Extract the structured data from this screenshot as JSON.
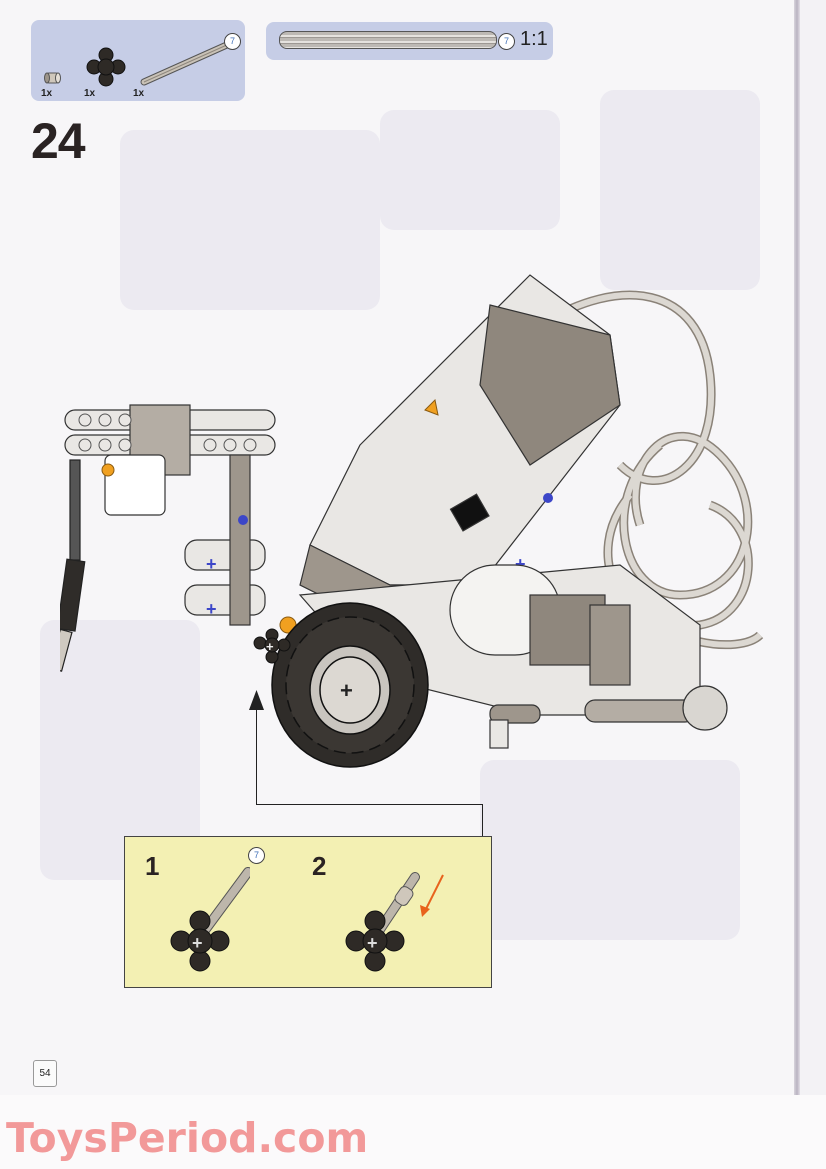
{
  "page": {
    "type": "LEGO building instructions page",
    "page_number": "54",
    "step_number": "24"
  },
  "parts_list": {
    "items": [
      {
        "name": "bush",
        "quantity": "1x",
        "color": "#b8ada0"
      },
      {
        "name": "knob-wheel",
        "quantity": "1x",
        "color": "#2e2a26"
      },
      {
        "name": "axle",
        "quantity": "1x",
        "length": "7",
        "color": "#b9b2a8"
      }
    ]
  },
  "scale_indicator": {
    "axle_length": "7",
    "scale": "1:1"
  },
  "callout": {
    "steps": [
      {
        "number": "1",
        "axle_length": "7"
      },
      {
        "number": "2"
      }
    ],
    "arrow_color": "#e8621c",
    "background": "#f3f0b3"
  },
  "watermark": {
    "text": "ToysPeriod.com",
    "color": "#f29999"
  },
  "colors": {
    "parts_box_bg": "#c6cde6",
    "model_gray": "#9e968c",
    "model_light": "#e9e7e4",
    "model_dark": "#2f2c29",
    "accent_blue": "#3c46c8",
    "accent_orange": "#f0a020"
  }
}
